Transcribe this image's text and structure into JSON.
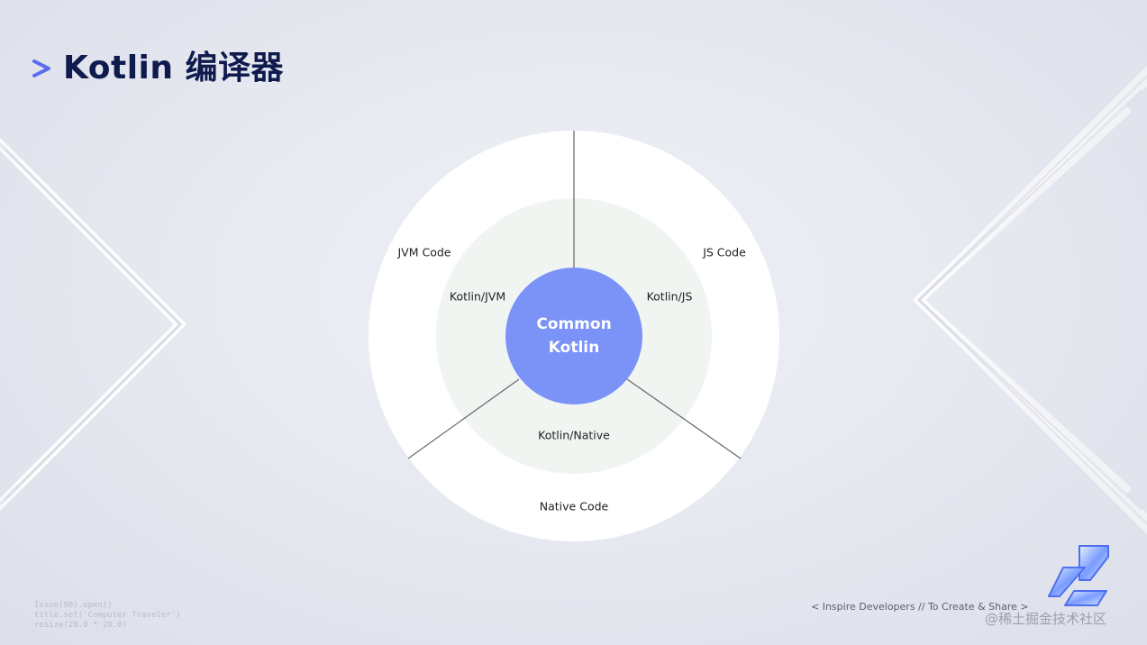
{
  "title": "Kotlin 编译器",
  "diagram": {
    "center": {
      "line1": "Common",
      "line2": "Kotlin"
    },
    "inner_labels": {
      "jvm": "Kotlin/JVM",
      "js": "Kotlin/JS",
      "native": "Kotlin/Native"
    },
    "outer_labels": {
      "jvm": "JVM Code",
      "js": "JS Code",
      "native": "Native Code"
    },
    "colors": {
      "center": "#7b93f7",
      "inner_ring": "#f1f5f1",
      "outer_ring": "#ffffff",
      "divider": "#666666"
    }
  },
  "footer": {
    "code_lines": [
      "Issue(90).open()",
      "title.set('Computer Traveler')",
      "resize(20.0 * 20.0)"
    ],
    "tagline": "< Inspire Developers  //  To Create & Share >",
    "watermark": "@稀土掘金技术社区"
  },
  "icons": {
    "title_marker": "chevron-right-icon",
    "brand": "brand-logo-icon"
  }
}
